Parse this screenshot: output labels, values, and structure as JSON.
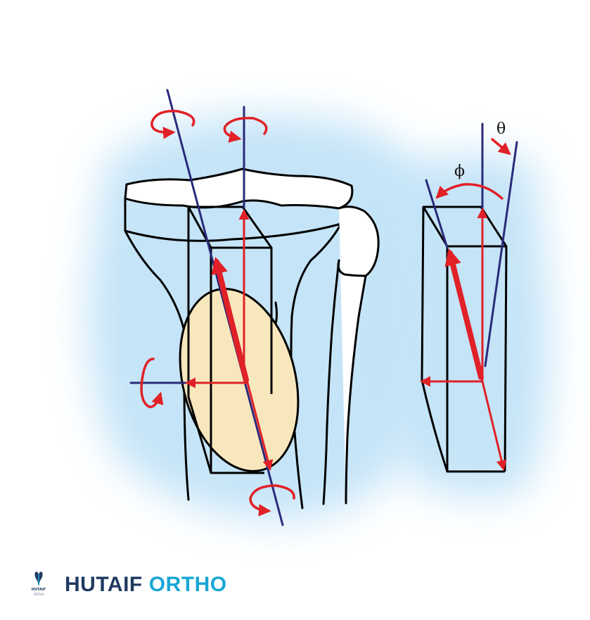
{
  "diagram": {
    "angle_labels": {
      "theta": "θ",
      "phi": "ϕ"
    }
  },
  "brand": {
    "logo_text": "HUTAIF",
    "logo_subtext": "ORTHO",
    "word1": "HUTAIF",
    "word2": "ORTHO"
  },
  "colors": {
    "arrow_red": "#e02127",
    "axis_navy": "#2a2a7a",
    "ellipse_fill": "#f8e7bd",
    "glow_blue": "#bfe2f7",
    "brand_dark": "#1f3a5f",
    "brand_cyan": "#1aa6d4"
  }
}
